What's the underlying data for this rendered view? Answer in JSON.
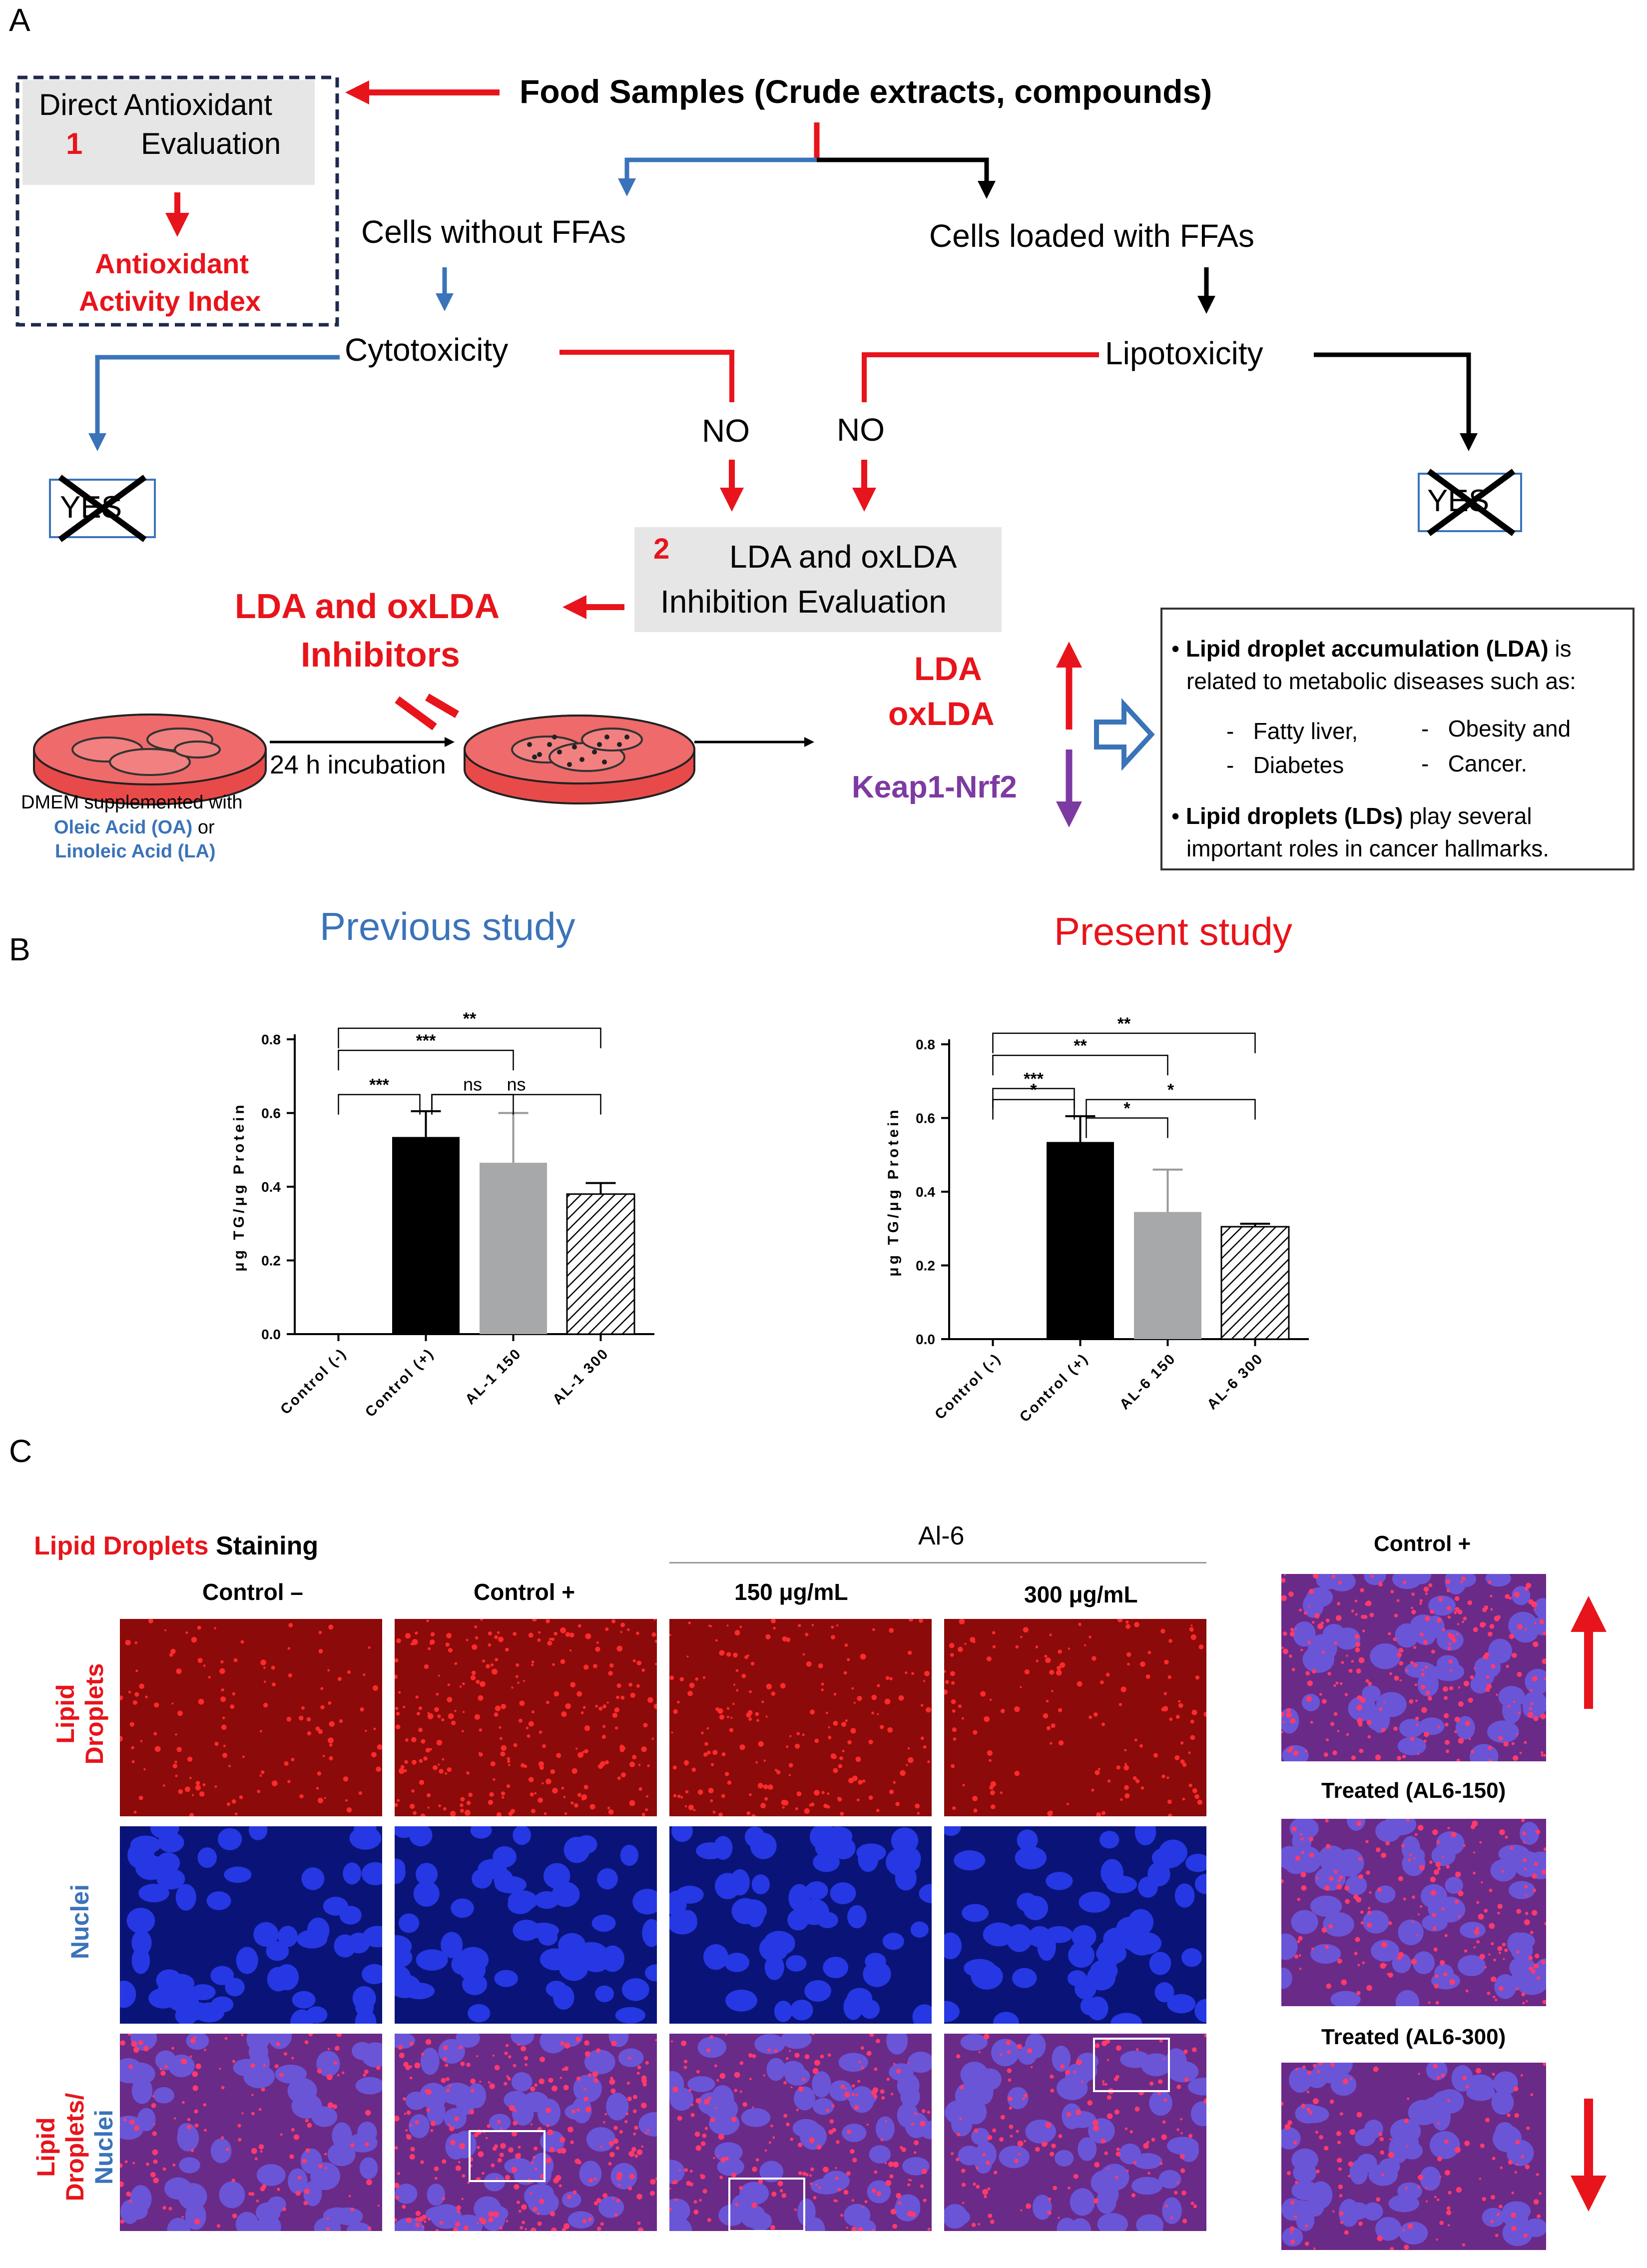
{
  "panels": {
    "a": "A",
    "b": "B",
    "c": "C"
  },
  "colors": {
    "red": "#e8141b",
    "blue": "#3b73b9",
    "purple": "#7d3aa3",
    "navy": "#1f2a4f"
  },
  "panel_a": {
    "food_samples": "Food Samples (Crude extracts, compounds)",
    "direct_line1": "Direct Antioxidant",
    "direct_num": "1",
    "direct_line2": "Evaluation",
    "index_line1": "Antioxidant",
    "index_line2": "Activity Index",
    "cells_without": "Cells without FFAs",
    "cells_loaded": "Cells loaded with FFAs",
    "cytotoxicity": "Cytotoxicity",
    "lipotoxicity": "Lipotoxicity",
    "no": "NO",
    "yes": "YES",
    "step2_num": "2",
    "step2_line1": "LDA and oxLDA",
    "step2_line2": "Inhibition Evaluation",
    "inhibitors_line1": "LDA and oxLDA",
    "inhibitors_line2": "Inhibitors",
    "incubation": "24 h incubation",
    "dmem": "DMEM supplemented with",
    "oleic": "Oleic Acid (OA)",
    "or": " or",
    "linoleic": "Linoleic Acid (LA)",
    "lda": "LDA",
    "oxlda": "oxLDA",
    "keap": "Keap1-Nrf2",
    "info_p1_bold": "Lipid droplet accumulation (LDA)",
    "info_p1_rest": " is",
    "info_p1_line2": "related to metabolic diseases such as:",
    "info_items": [
      "Fatty liver,",
      "Obesity and",
      "Diabetes",
      "Cancer."
    ],
    "info_p2_bold": "Lipid droplets (LDs)",
    "info_p2_rest": " play several",
    "info_p2_line2": "important roles in cancer hallmarks."
  },
  "chart_data": [
    {
      "type": "bar",
      "title": "Previous study",
      "ylabel": "μg TG/μg Protein",
      "ylim": [
        0,
        0.8
      ],
      "yticks": [
        "0.0",
        "0.2",
        "0.4",
        "0.6",
        "0.8"
      ],
      "categories": [
        "Control (-)",
        "Control (+)",
        "AL-1 150",
        "AL-1 300"
      ],
      "values": [
        0.0,
        0.535,
        0.465,
        0.38
      ],
      "errors": [
        0.0,
        0.07,
        0.135,
        0.03
      ],
      "significance": [
        {
          "label": "**",
          "from": "Control (-)",
          "to": "AL-1 300"
        },
        {
          "label": "***",
          "from": "Control (-)",
          "to": "AL-1 150"
        },
        {
          "label": "***",
          "from": "Control (-)",
          "to": "Control (+)"
        },
        {
          "label": "ns",
          "from": "Control (+)",
          "to": "AL-1 150"
        },
        {
          "label": "ns",
          "from": "Control (+)",
          "to": "AL-1 300"
        }
      ]
    },
    {
      "type": "bar",
      "title": "Present study",
      "ylabel": "μg TG/μg Protein",
      "ylim": [
        0,
        0.8
      ],
      "yticks": [
        "0.0",
        "0.2",
        "0.4",
        "0.6",
        "0.8"
      ],
      "categories": [
        "Control (-)",
        "Control (+)",
        "AL-6 150",
        "AL-6 300"
      ],
      "values": [
        0.0,
        0.535,
        0.345,
        0.305
      ],
      "errors": [
        0.0,
        0.07,
        0.115,
        0.008
      ],
      "significance": [
        {
          "label": "**",
          "from": "Control (-)",
          "to": "AL-6 300"
        },
        {
          "label": "**",
          "from": "Control (-)",
          "to": "AL-6 150"
        },
        {
          "label": "***",
          "from": "Control (-)",
          "to": "Control (+)"
        },
        {
          "label": "*",
          "from": "Control (-)",
          "to": "Control (+)"
        },
        {
          "label": "*",
          "from": "Control (+)",
          "to": "AL-6 150"
        },
        {
          "label": "*",
          "from": "Control (+)",
          "to": "AL-6 300"
        }
      ]
    }
  ],
  "panel_c": {
    "heading_red": "Lipid Droplets",
    "heading_black": " Staining",
    "group_label": "Al-6",
    "columns": [
      "Control –",
      "Control +",
      "150 μg/mL",
      "300 μg/mL"
    ],
    "rows": [
      {
        "line1": "Lipid",
        "line2": "Droplets",
        "line3": ""
      },
      {
        "line1": "Nuclei",
        "line2": "",
        "line3": ""
      },
      {
        "line1": "Lipid",
        "line2": "Droplets/",
        "line3": "Nuclei"
      }
    ],
    "zoom_labels": [
      "Control +",
      "Treated (AL6-150)",
      "Treated (AL6-300)"
    ]
  }
}
